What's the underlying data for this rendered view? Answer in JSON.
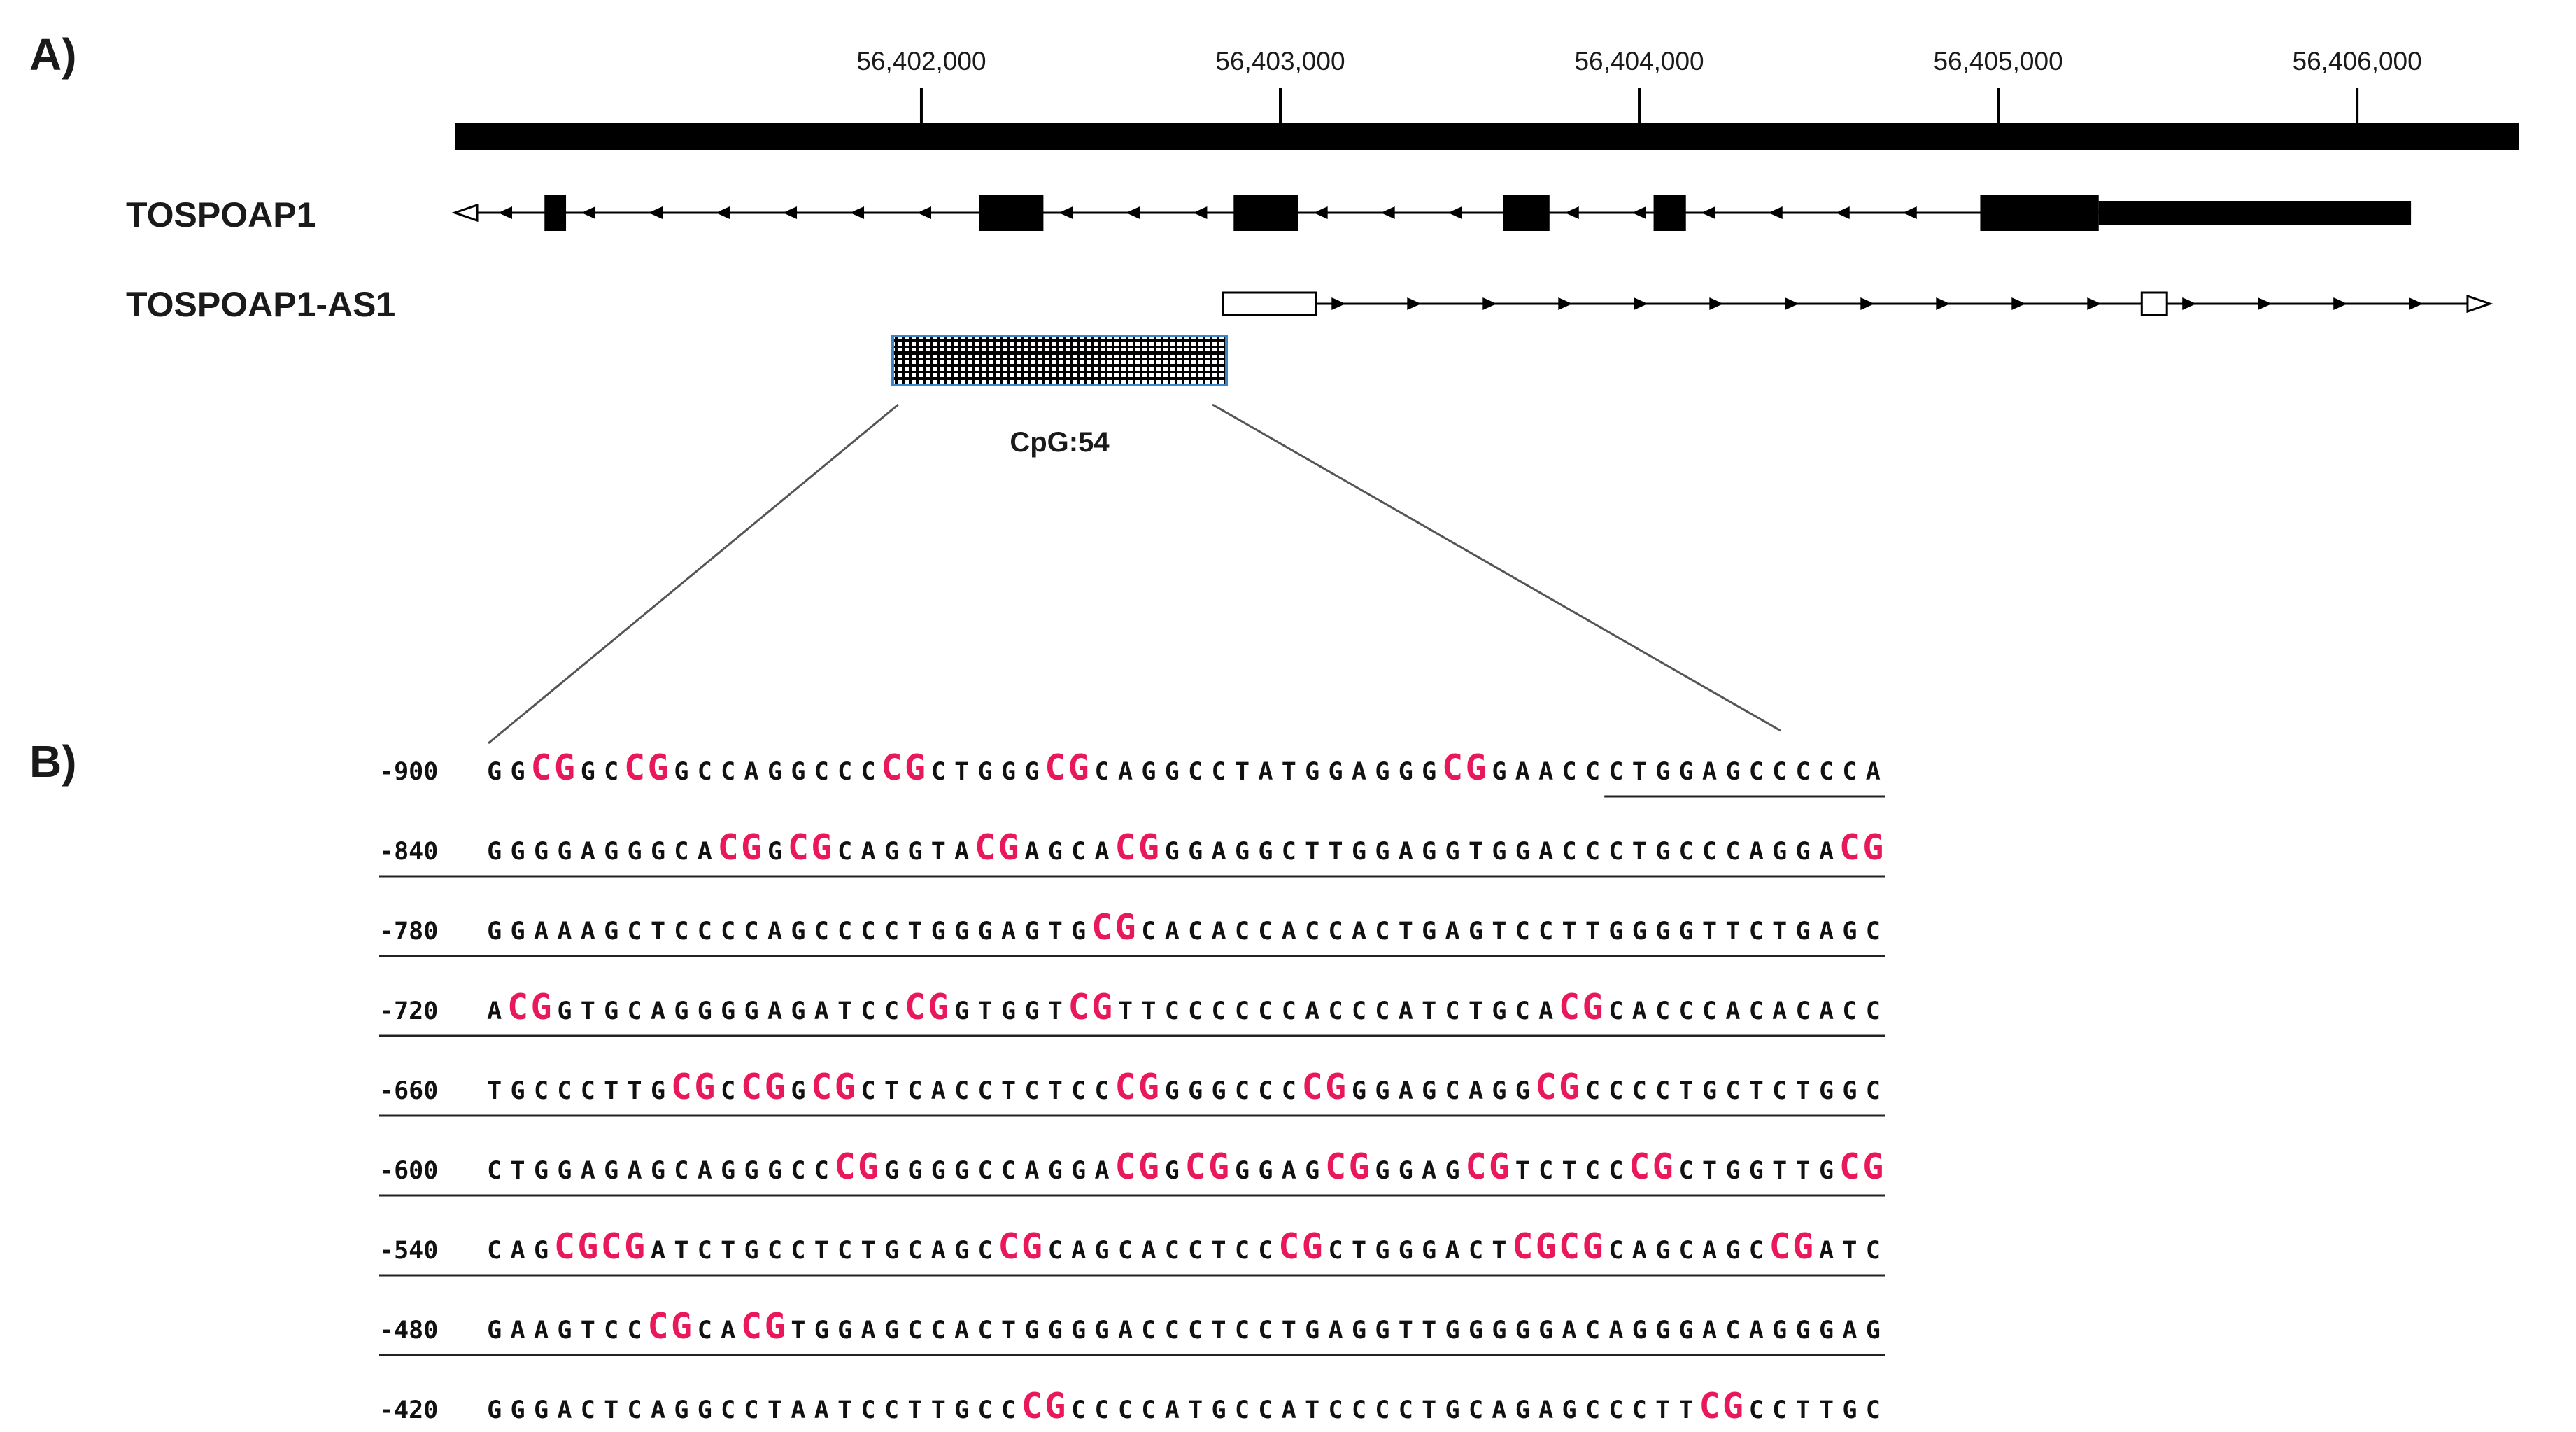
{
  "panels": {
    "a_label": "A)",
    "b_label": "B)"
  },
  "ruler": {
    "start": 56400700,
    "end": 56406450,
    "ticks": [
      {
        "value": 56402000,
        "label": "56,402,000"
      },
      {
        "value": 56403000,
        "label": "56,403,000"
      },
      {
        "value": 56404000,
        "label": "56,404,000"
      },
      {
        "value": 56405000,
        "label": "56,405,000"
      },
      {
        "value": 56406000,
        "label": "56,406,000"
      }
    ]
  },
  "genes": [
    {
      "name": "TOSPOAP1",
      "strand": "-",
      "start": 56400700,
      "end": 56406150,
      "exons": [
        {
          "start": 56400950,
          "end": 56401010,
          "type": "coding"
        },
        {
          "start": 56402160,
          "end": 56402340,
          "type": "coding"
        },
        {
          "start": 56402870,
          "end": 56403050,
          "type": "coding"
        },
        {
          "start": 56403620,
          "end": 56403750,
          "type": "coding"
        },
        {
          "start": 56404040,
          "end": 56404130,
          "type": "coding"
        },
        {
          "start": 56404950,
          "end": 56405280,
          "type": "coding"
        },
        {
          "start": 56405280,
          "end": 56406150,
          "type": "utr"
        }
      ]
    },
    {
      "name": "TOSPOAP1-AS1",
      "strand": "+",
      "start": 56402840,
      "end": 56406370,
      "exons": [
        {
          "start": 56402840,
          "end": 56403100,
          "type": "noncoding"
        },
        {
          "start": 56405400,
          "end": 56405470,
          "type": "noncoding"
        }
      ]
    }
  ],
  "cpg_island": {
    "label": "CpG:54",
    "start": 56401920,
    "end": 56402850
  },
  "sequence": {
    "rows": [
      {
        "pos": "-900",
        "seq": "GGCGGCCGGCCAGGCCCCGCTGGGCGCAGGCCTATGGAGGGCGGAACCCTGGAGCCCCCA",
        "underline_from": 48
      },
      {
        "pos": "-840",
        "seq": "GGGGAGGGCACGGCGCAGGTACGAGCACGGGAGGCTTGGAGGTGGACCCTGCCCAGGACG",
        "underline_from": 0
      },
      {
        "pos": "-780",
        "seq": "GGAAAGCTCCCCAGCCCCTGGGAGTGCGCACACCACCACTGAGTCCTTGGGGTTCTGAGC",
        "underline_from": 0
      },
      {
        "pos": "-720",
        "seq": "ACGGTGCAGGGGAGATCCCGGTGGTCGTTCCCCCCACCCATCTGCACGCACCCACACACC",
        "underline_from": 0
      },
      {
        "pos": "-660",
        "seq": "TGCCCTTGCGCCGGCGCTCACCTCTCCCGGGGCCCCGGGAGCAGGCGCCCCTGCTCTGGC",
        "underline_from": 0
      },
      {
        "pos": "-600",
        "seq": "CTGGAGAGCAGGGCCCGGGGGCCAGGACGGCGGGAGCGGGAGCGTCTCCCGCTGGTTGCG",
        "underline_from": 0
      },
      {
        "pos": "-540",
        "seq": "CAGCGCGATCTGCCTCTGCAGCCGCAGCACCTCCCGCTGGGACTCGCGCAGCAGCCGATC",
        "underline_from": 0
      },
      {
        "pos": "-480",
        "seq": "GAAGTCCCGCACGTGGAGCCACTGGGGACCCTCCTGAGGTTGGGGGACAGGGACAGGGAG",
        "underline_from": 0
      },
      {
        "pos": "-420",
        "seq": "GGGACTCAGGCCTAATCCTTGCCCGCCCCATGCCATCCCCTGCAGAGCCCTTCGCCTTGC",
        "underline_to": 18
      }
    ]
  },
  "colors": {
    "cg_highlight": "#e8185a",
    "ink": "#000000",
    "cpg_frame": "#3a86c8"
  }
}
